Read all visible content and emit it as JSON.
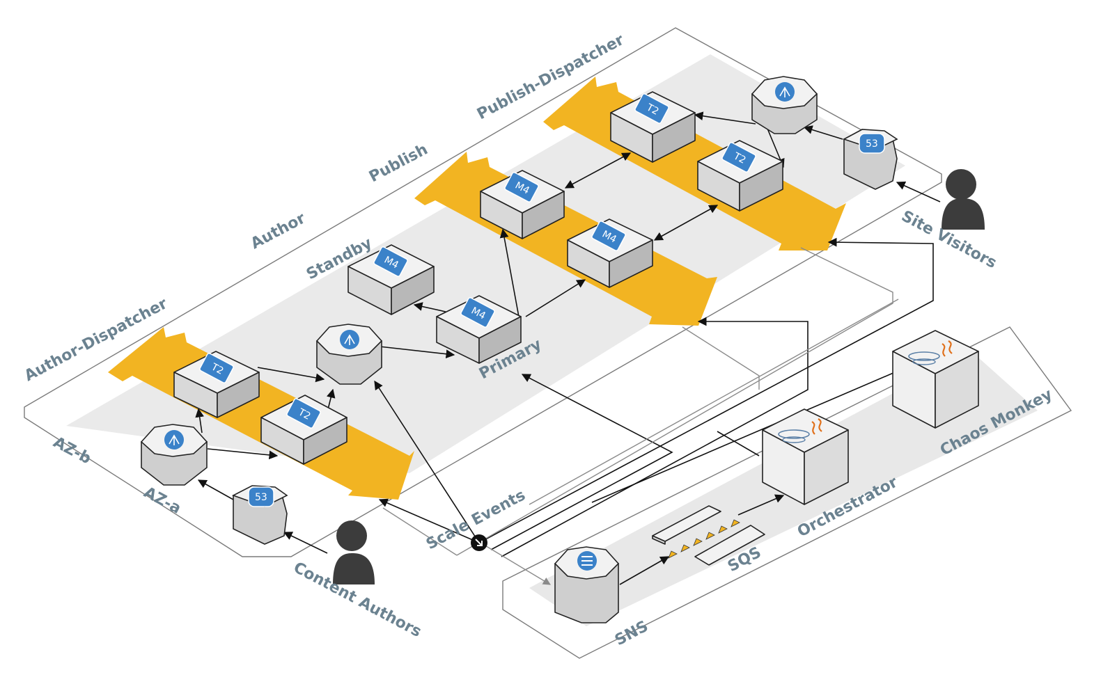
{
  "labels": {
    "publish_dispatcher": "Publish-Dispatcher",
    "publish": "Publish",
    "author": "Author",
    "standby": "Standby",
    "author_dispatcher": "Author-Dispatcher",
    "primary": "Primary",
    "az_b": "AZ-b",
    "az_a": "AZ-a",
    "scale_events": "Scale Events",
    "site_visitors": "Site Visitors",
    "content_authors": "Content Authors",
    "chaos_monkey": "Chaos Monkey",
    "orchestrator": "Orchestrator",
    "sqs": "SQS",
    "sns": "SNS"
  },
  "instances": {
    "t2": "T2",
    "m4": "M4",
    "r53": "53"
  },
  "icons": {
    "load_balancer": "load-balancer-icon",
    "route53": "route53-icon",
    "java": "java-icon",
    "sns": "sns-icon",
    "user": "user-icon",
    "scale_event": "scale-event-icon"
  },
  "colors": {
    "band": "#f2b422",
    "badge": "#3b82c9",
    "label": "#6b8290",
    "strip": "#e8e8e8"
  }
}
